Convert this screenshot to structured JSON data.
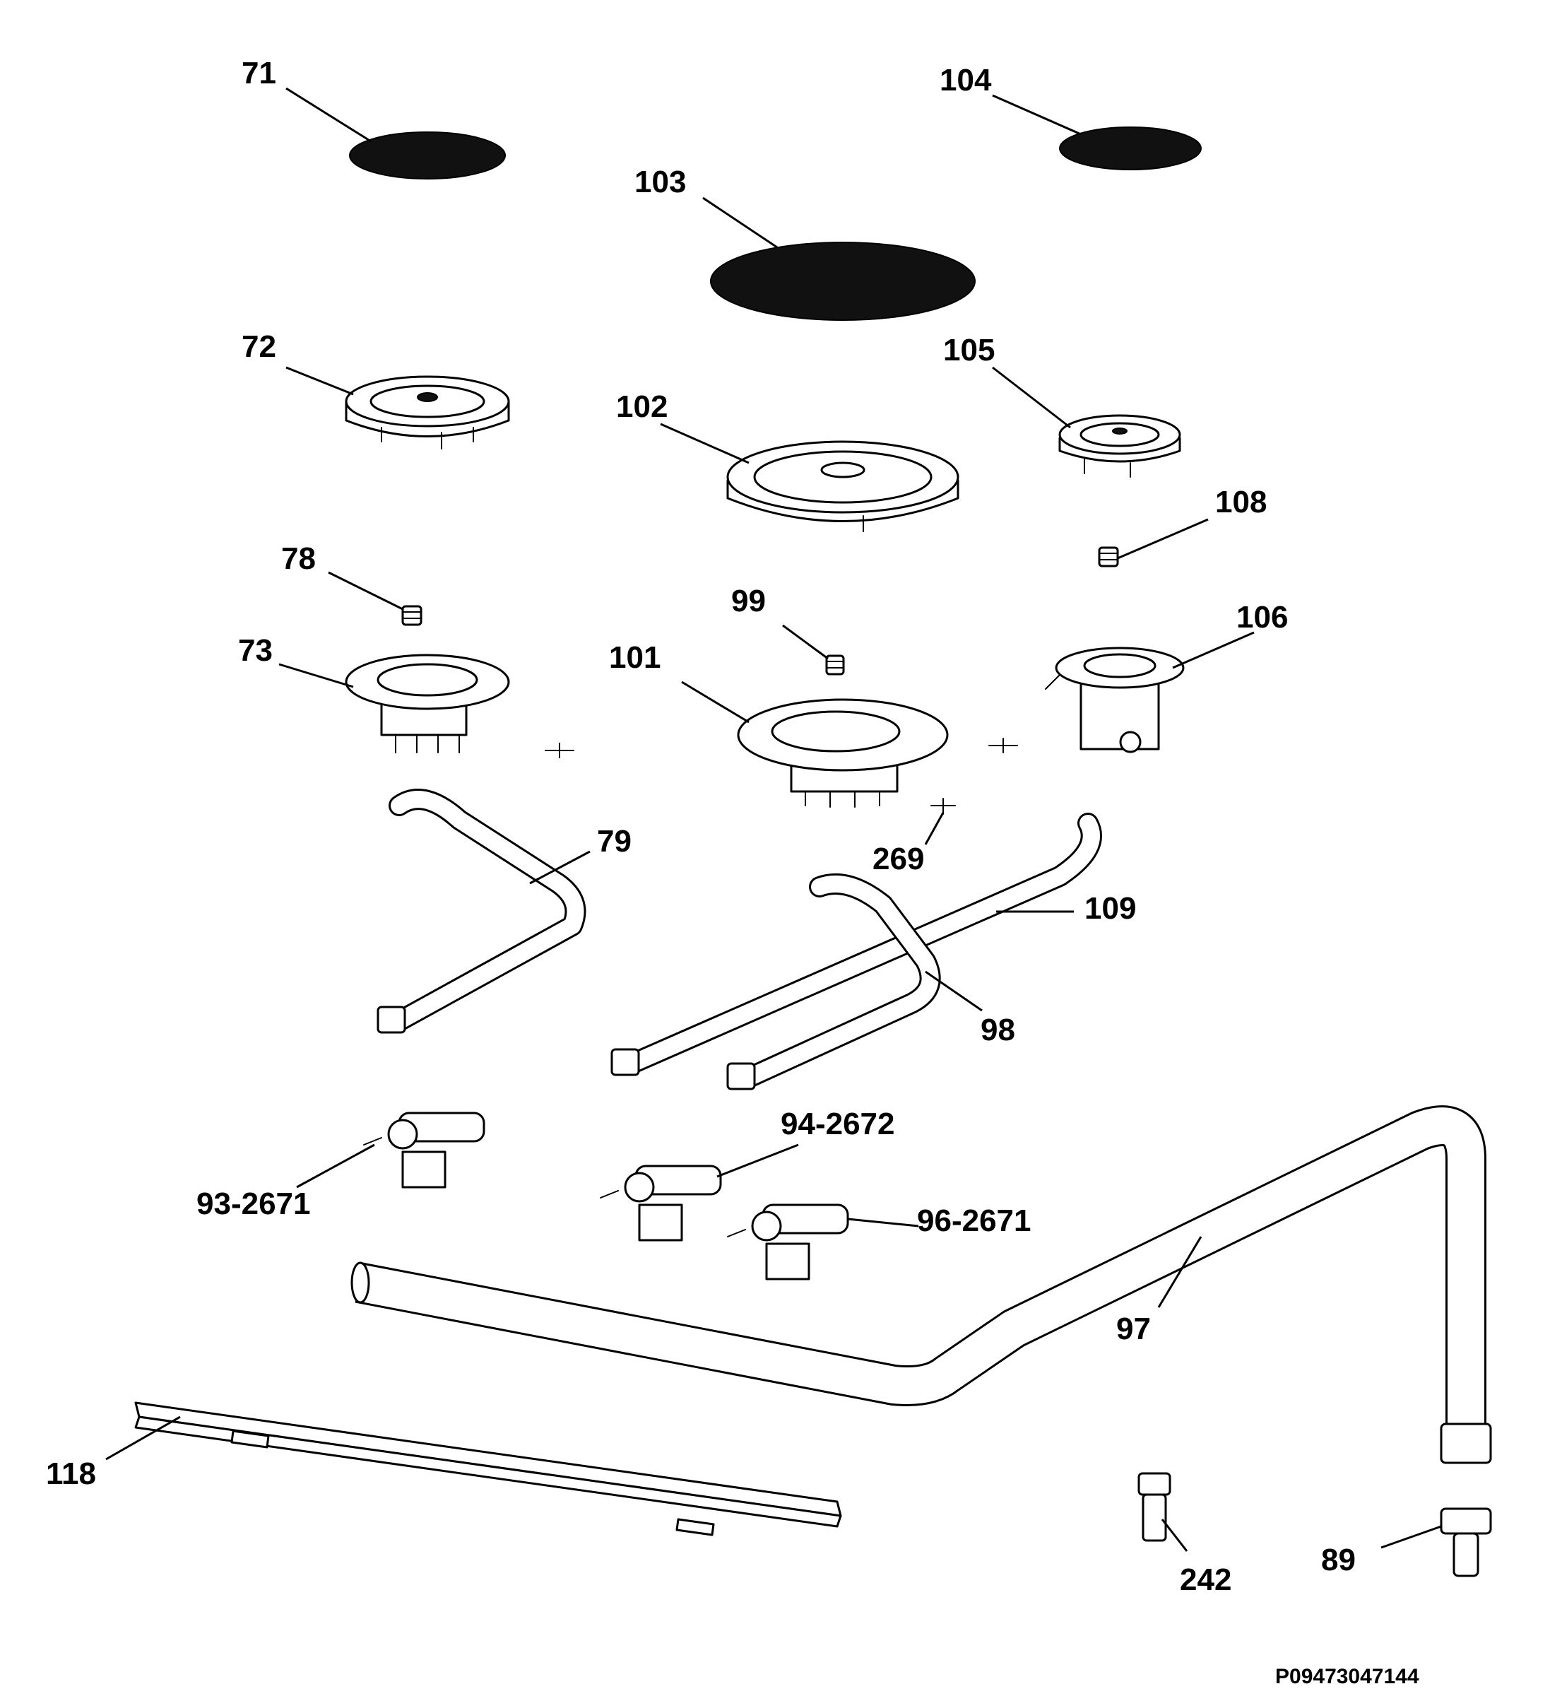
{
  "callouts": {
    "c71": "71",
    "c104": "104",
    "c103": "103",
    "c72": "72",
    "c105": "105",
    "c102": "102",
    "c108": "108",
    "c78": "78",
    "c99": "99",
    "c106": "106",
    "c73": "73",
    "c101": "101",
    "c79": "79",
    "c269": "269",
    "c109": "109",
    "c98": "98",
    "c94": "94-2672",
    "c93": "93-2671",
    "c96": "96-2671",
    "c97": "97",
    "c118": "118",
    "c242": "242",
    "c89": "89"
  },
  "document_id": "P09473047144"
}
